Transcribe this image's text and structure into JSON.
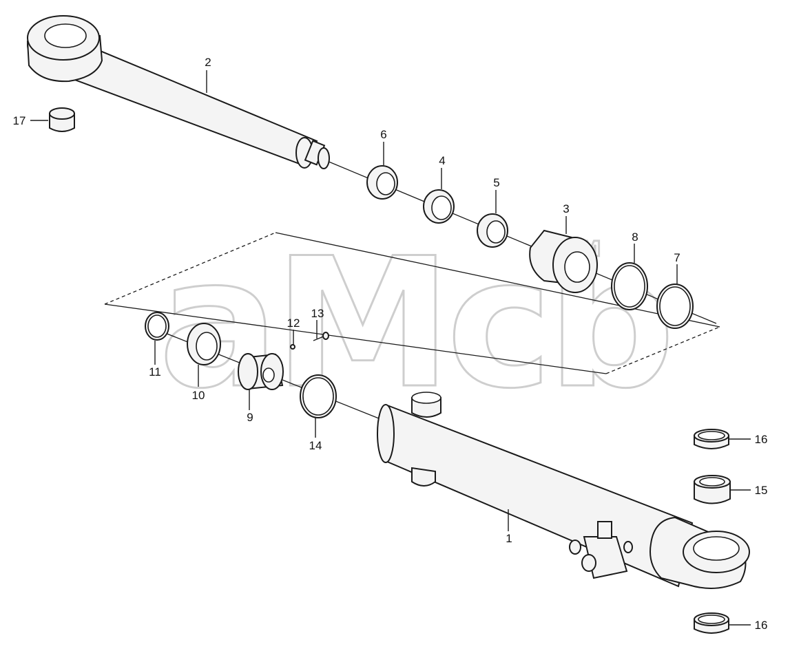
{
  "watermark": {
    "text": "aMcb",
    "tm": "TM"
  },
  "parts": [
    {
      "id": "p1",
      "label": "1"
    },
    {
      "id": "p2",
      "label": "2"
    },
    {
      "id": "p3",
      "label": "3"
    },
    {
      "id": "p4",
      "label": "4"
    },
    {
      "id": "p5",
      "label": "5"
    },
    {
      "id": "p6",
      "label": "6"
    },
    {
      "id": "p7",
      "label": "7"
    },
    {
      "id": "p8",
      "label": "8"
    },
    {
      "id": "p9",
      "label": "9"
    },
    {
      "id": "p10",
      "label": "10"
    },
    {
      "id": "p11",
      "label": "11"
    },
    {
      "id": "p12",
      "label": "12"
    },
    {
      "id": "p13",
      "label": "13"
    },
    {
      "id": "p14",
      "label": "14"
    },
    {
      "id": "p15",
      "label": "15"
    },
    {
      "id": "p16a",
      "label": "16"
    },
    {
      "id": "p16b",
      "label": "16"
    },
    {
      "id": "p17",
      "label": "17"
    }
  ]
}
